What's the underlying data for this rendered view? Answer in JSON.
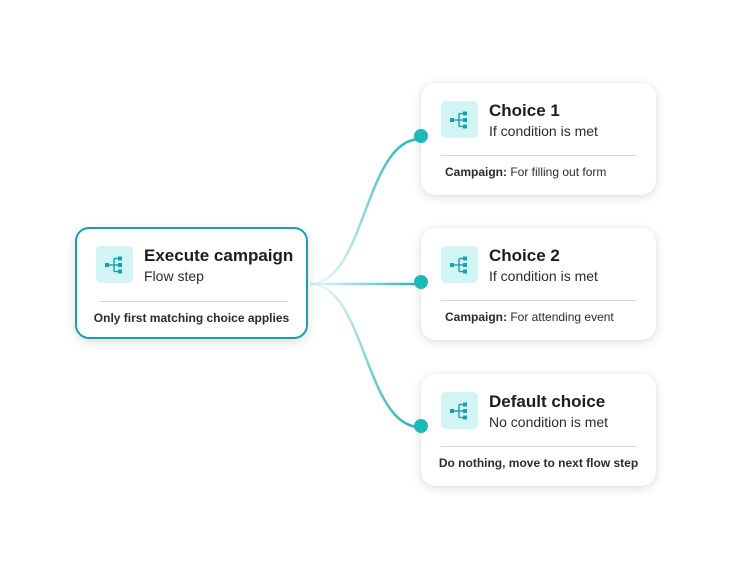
{
  "colors": {
    "accent": "#1a9fae",
    "connector": "#27b3b3",
    "icon_bg": "#d2f4f4",
    "icon_fg": "#1a9fae"
  },
  "main_step": {
    "icon": "branch-flow-icon",
    "title": "Execute campaign",
    "subtitle": "Flow step",
    "footer": "Only first matching choice applies"
  },
  "choices": [
    {
      "icon": "branch-flow-icon",
      "title": "Choice 1",
      "subtitle": "If condition is met",
      "footer_label": "Campaign:",
      "footer_value": " For filling out form"
    },
    {
      "icon": "branch-flow-icon",
      "title": "Choice 2",
      "subtitle": "If condition is met",
      "footer_label": "Campaign:",
      "footer_value": " For attending event"
    },
    {
      "icon": "branch-flow-icon",
      "title": "Default choice",
      "subtitle": "No condition is met",
      "footer": "Do nothing, move to next flow step"
    }
  ]
}
